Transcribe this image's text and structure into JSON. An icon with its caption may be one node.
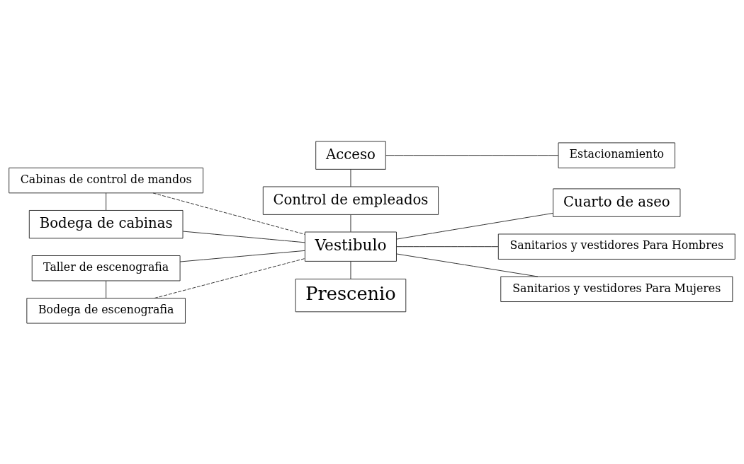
{
  "diagram": {
    "nodes": [
      {
        "text": [
          "Acceso"
        ]
      },
      {
        "text": [
          "Estacionamiento"
        ]
      },
      {
        "text": [
          "Control de empleados"
        ]
      },
      {
        "text": [
          "Cabinas de control de mandos"
        ]
      },
      {
        "text": [
          "Bodega de cabinas"
        ]
      },
      {
        "text": [
          "Taller de escenografia"
        ]
      },
      {
        "text": [
          "Bodega de escenografia"
        ]
      },
      {
        "text": [
          "Vestibulo"
        ]
      },
      {
        "text": [
          "Cuarto de aseo"
        ]
      },
      {
        "text": [
          "Sanitarios y vestidores Para Hombres"
        ]
      },
      {
        "text": [
          "Sanitarios y vestidores Para Mujeres"
        ]
      },
      {
        "text": [
          "Prescenio"
        ]
      }
    ],
    "edges": [
      {
        "from": 0,
        "to": 1,
        "arrow": "none"
      },
      {
        "from": 0,
        "to": 2,
        "arrow": "none"
      },
      {
        "from": 2,
        "to": 7,
        "arrow": "none"
      },
      {
        "from": 3,
        "to": 4,
        "arrow": "none"
      },
      {
        "from": 3,
        "to": 7,
        "arrow": "none",
        "style": "dashed"
      },
      {
        "from": 4,
        "to": 7,
        "arrow": "none"
      },
      {
        "from": 5,
        "to": 7,
        "arrow": "none"
      },
      {
        "from": 5,
        "to": 6,
        "arrow": "none"
      },
      {
        "from": 6,
        "to": 7,
        "arrow": "none",
        "style": "dashed"
      },
      {
        "from": 7,
        "to": 8,
        "arrow": "none"
      },
      {
        "from": 7,
        "to": 9,
        "arrow": "none"
      },
      {
        "from": 7,
        "to": 10,
        "arrow": "none"
      },
      {
        "from": 7,
        "to": 11,
        "arrow": "none"
      }
    ]
  }
}
